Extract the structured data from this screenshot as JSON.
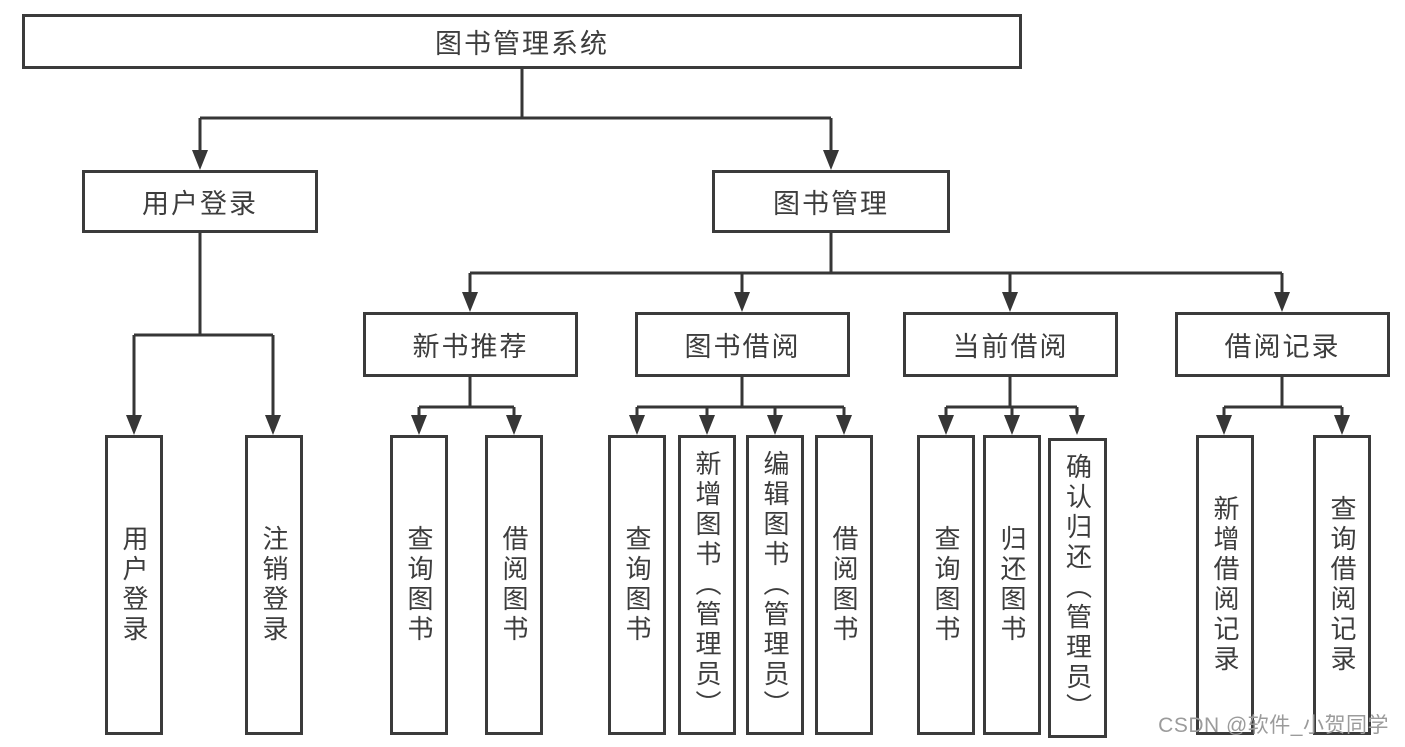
{
  "diagram": {
    "root": {
      "label": "图书管理系统"
    },
    "level2": [
      {
        "label": "用户登录"
      },
      {
        "label": "图书管理"
      }
    ],
    "level3": [
      {
        "label": "新书推荐"
      },
      {
        "label": "图书借阅"
      },
      {
        "label": "当前借阅"
      },
      {
        "label": "借阅记录"
      }
    ],
    "leaves": {
      "user_login": [
        "用户登录",
        "注销登录"
      ],
      "new_book_recommend": [
        "查询图书",
        "借阅图书"
      ],
      "book_borrowing": [
        "查询图书",
        "新增图书（管理员）",
        "编辑图书（管理员）",
        "借阅图书"
      ],
      "current_borrowing": [
        "查询图书",
        "归还图书",
        "确认归还（管理员）"
      ],
      "borrowing_records": [
        "新增借阅记录",
        "查询借阅记录"
      ]
    }
  },
  "watermark": {
    "text": "CSDN @软件_小贺同学"
  },
  "colors": {
    "line": "#363636",
    "border": "#3b3b3b",
    "text": "#3d3d3d",
    "watermark": "#9b9b9b",
    "background": "#ffffff"
  }
}
